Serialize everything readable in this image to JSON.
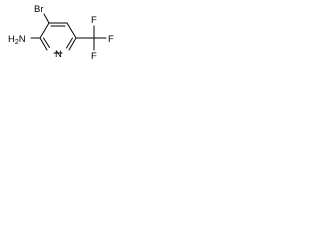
{
  "molecule": {
    "atoms": {
      "br": "Br",
      "h2n_h": "H",
      "h2n_sub": "2",
      "h2n_n": "N",
      "ring_n": "N",
      "cf3_f_top": "F",
      "cf3_f_right": "F",
      "cf3_f_bottom": "F"
    }
  }
}
